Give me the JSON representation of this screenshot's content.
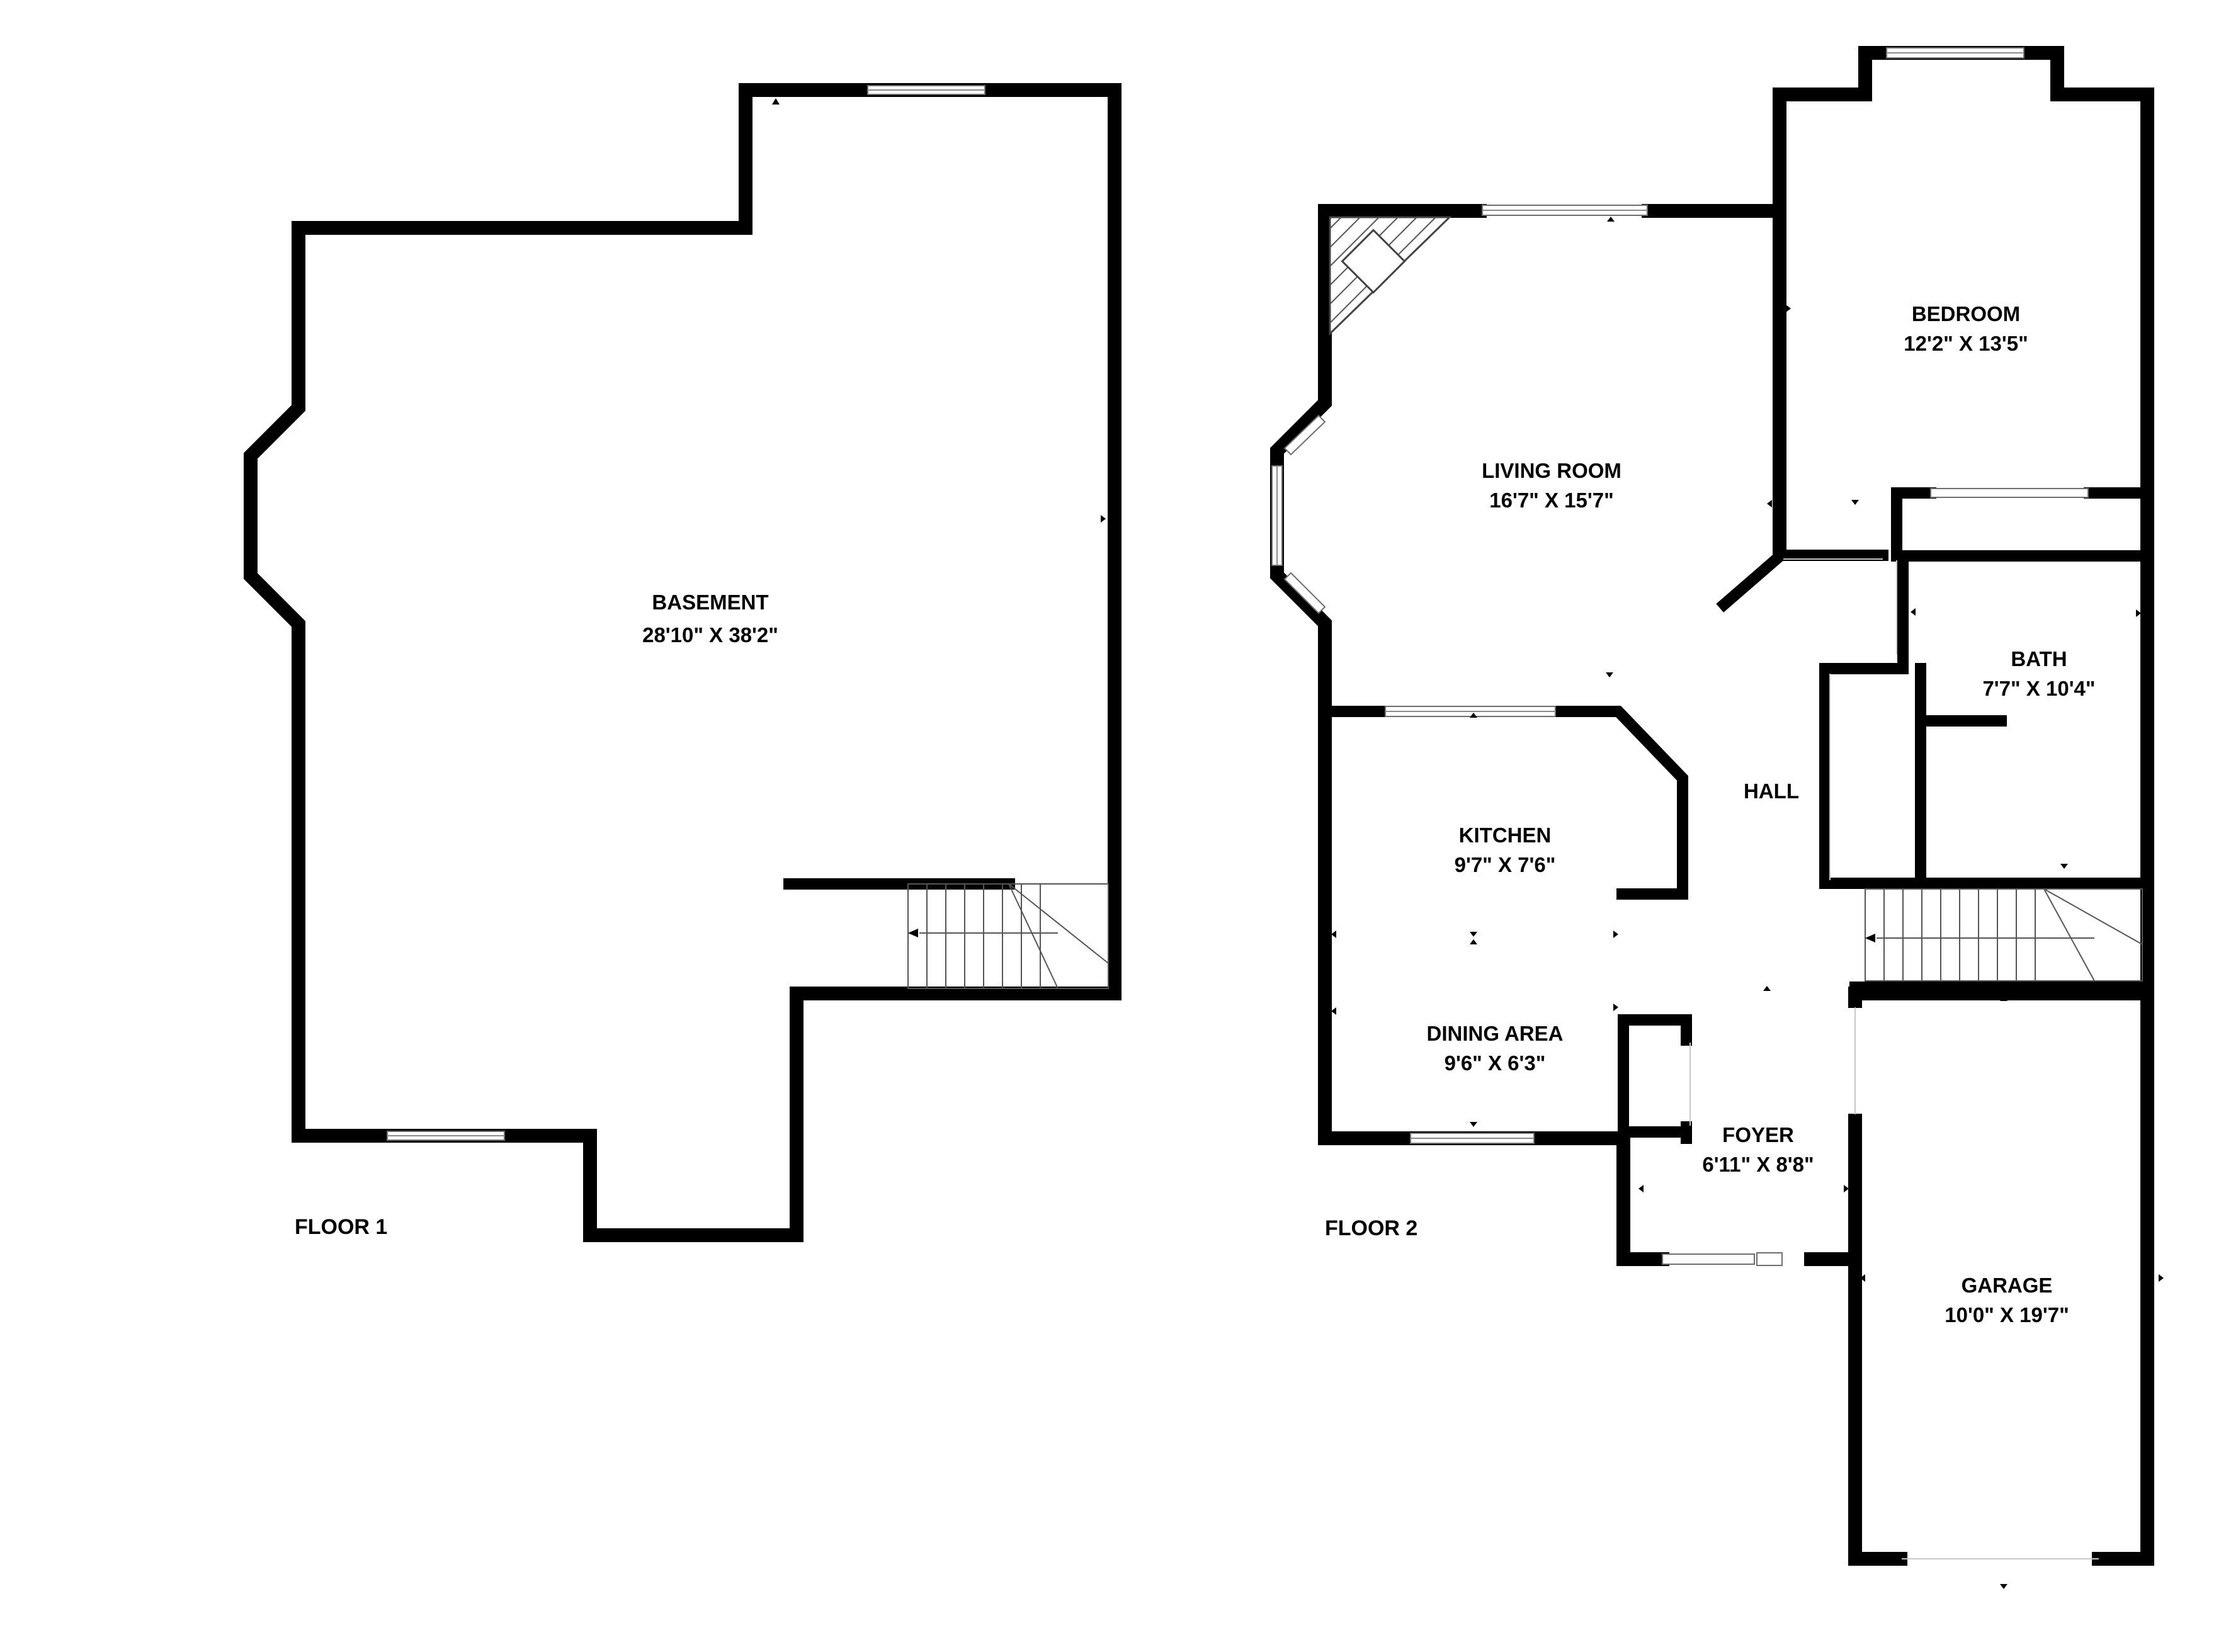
{
  "floors": [
    {
      "label": "FLOOR 1",
      "rooms": [
        {
          "name": "BASEMENT",
          "dims": "28'10\" X 38'2\""
        }
      ]
    },
    {
      "label": "FLOOR 2",
      "rooms": [
        {
          "name": "BEDROOM",
          "dims": "12'2\" X 13'5\""
        },
        {
          "name": "LIVING ROOM",
          "dims": "16'7\" X 15'7\""
        },
        {
          "name": "BATH",
          "dims": "7'7\" X 10'4\""
        },
        {
          "name": "HALL",
          "dims": ""
        },
        {
          "name": "KITCHEN",
          "dims": "9'7\" X 7'6\""
        },
        {
          "name": "DINING AREA",
          "dims": "9'6\" X 6'3\""
        },
        {
          "name": "FOYER",
          "dims": "6'11\" X 8'8\""
        },
        {
          "name": "GARAGE",
          "dims": "10'0\" X 19'7\""
        }
      ]
    }
  ]
}
